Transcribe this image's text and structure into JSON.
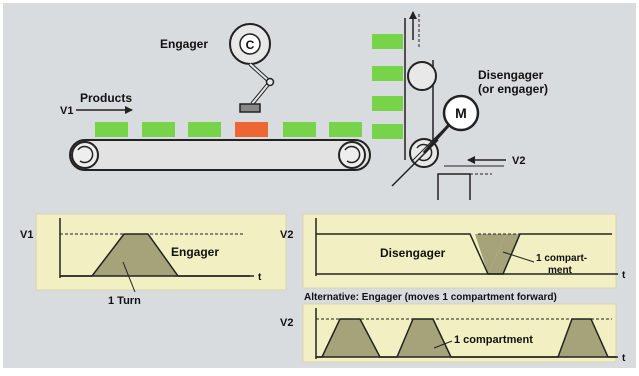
{
  "colors": {
    "panel_bg": "#d9dcdf",
    "graph_bg": "#f2f0c2",
    "product_green": "#77d44a",
    "product_red": "#ee6633",
    "fill_olive": "#a6a27a",
    "line_dark": "#222222",
    "machine_light": "#e8e8e8"
  },
  "labels": {
    "engager": "Engager",
    "products": "Products",
    "v1": "V1",
    "disengager_top_line1": "Disengager",
    "disengager_top_line2": "(or engager)",
    "motor": "M",
    "v2": "V2",
    "engager_symbol": "C"
  },
  "graph_left": {
    "y_label": "V1",
    "x_label": "t",
    "curve_label": "Engager",
    "annotation": "1 Turn"
  },
  "graph_right_top": {
    "y_label": "V2",
    "x_label": "t",
    "curve_label": "Disengager",
    "annotation_line1": "1 compart-",
    "annotation_line2": "ment"
  },
  "alternative_caption": "Alternative: Engager (moves 1 compartment forward)",
  "graph_right_bottom": {
    "y_label": "V2",
    "x_label": "t",
    "annotation": "1 compartment"
  }
}
